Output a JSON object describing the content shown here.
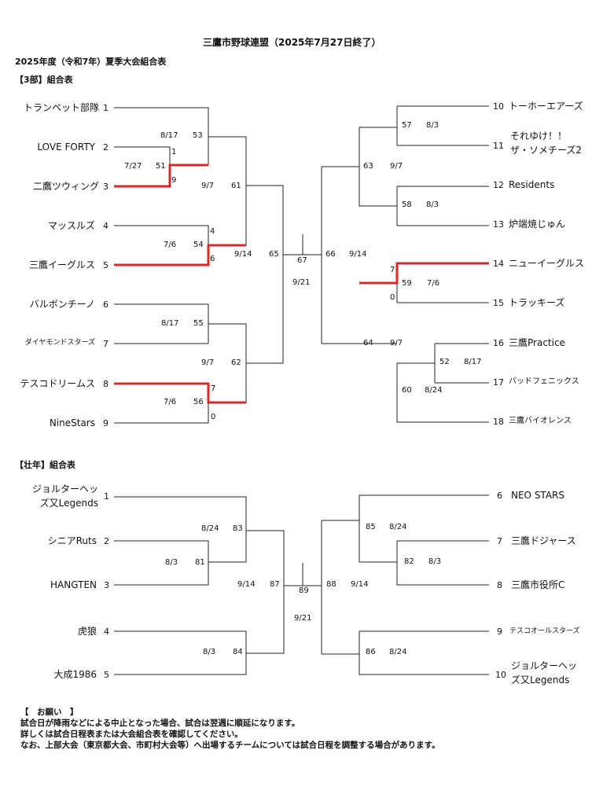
{
  "header": {
    "title": "三鷹市野球連盟（2025年7月27日終了）",
    "subtitle": "2025年度（令和7年）夏季大会組合表",
    "section1": "【3部】組合表",
    "section2": "【壮年】組合表"
  },
  "div3": {
    "left_teams": [
      {
        "name": "トランペット部隊",
        "seed": "1"
      },
      {
        "name": "LOVE  FORTY",
        "seed": "2"
      },
      {
        "name": "二鷹ツウィング",
        "seed": "3"
      },
      {
        "name": "マッスルズ",
        "seed": "4"
      },
      {
        "name": "三鷹イーグルス",
        "seed": "5"
      },
      {
        "name": "バルボンチーノ",
        "seed": "6"
      },
      {
        "name": "ダイヤモンドスターズ",
        "seed": "7"
      },
      {
        "name": "テスコドリームス",
        "seed": "8"
      },
      {
        "name": "NineStars",
        "seed": "9"
      }
    ],
    "right_teams": [
      {
        "name": "トーホーエアーズ",
        "seed": "10"
      },
      {
        "name": "それゆけ！！",
        "name2": "ザ・ソメチーズ2",
        "seed": "11"
      },
      {
        "name": "Residents",
        "seed": "12"
      },
      {
        "name": "炉端焼じゅん",
        "seed": "13"
      },
      {
        "name": "ニューイーグルス",
        "seed": "14"
      },
      {
        "name": "トラッキーズ",
        "seed": "15"
      },
      {
        "name": "三鷹Practice",
        "seed": "16"
      },
      {
        "name": "バッドフェニックス",
        "seed": "17"
      },
      {
        "name": "三鷹バイオレンス",
        "seed": "18"
      }
    ],
    "games": {
      "g51": "51",
      "g51_date": "7/27",
      "g53": "53",
      "g53_date": "8/17",
      "g54": "54",
      "g54_date": "7/6",
      "g55": "55",
      "g55_date": "8/17",
      "g56": "56",
      "g56_date": "7/6",
      "g61": "61",
      "g61_date": "9/7",
      "g62": "62",
      "g62_date": "9/7",
      "g65": "65",
      "g65_date": "9/14",
      "g67": "67",
      "g67_date": "9/21",
      "g66": "66",
      "g66_date": "9/14",
      "g63": "63",
      "g63_date": "9/7",
      "g64": "64",
      "g64_date": "9/7",
      "g57": "57",
      "g57_date": "8/3",
      "g58": "58",
      "g58_date": "8/3",
      "g59": "59",
      "g59_date": "7/6",
      "g60": "60",
      "g60_date": "8/24",
      "g52": "52",
      "g52_date": "8/17"
    },
    "scores": {
      "s51_top": "1",
      "s51_bot": "9",
      "s54_top": "4",
      "s54_bot": "6",
      "s56_top": "7",
      "s56_bot": "0",
      "s59_top": "7",
      "s59_bot": "0"
    }
  },
  "senior": {
    "left_teams": [
      {
        "name": "ジョルターヘッ",
        "name2": "ズ又Legends",
        "seed": "1"
      },
      {
        "name": "シニアRuts",
        "seed": "2"
      },
      {
        "name": "HANGTEN",
        "seed": "3"
      },
      {
        "name": "虎狼",
        "seed": "4"
      },
      {
        "name": "大成1986",
        "seed": "5"
      }
    ],
    "right_teams": [
      {
        "name": "NEO  STARS",
        "seed": "6"
      },
      {
        "name": "三鷹ドジャース",
        "seed": "7"
      },
      {
        "name": "三鷹市役所C",
        "seed": "8"
      },
      {
        "name": "テスコオールスターズ",
        "seed": "9"
      },
      {
        "name": "ジョルターヘッ",
        "name2": "ズ又Legends",
        "seed": "10"
      }
    ],
    "games": {
      "g83": "83",
      "g83_date": "8/24",
      "g81": "81",
      "g81_date": "8/3",
      "g84": "84",
      "g84_date": "8/3",
      "g87": "87",
      "g87_date": "9/14",
      "g89": "89",
      "g89_date": "9/21",
      "g88": "88",
      "g88_date": "9/14",
      "g85": "85",
      "g85_date": "8/24",
      "g82": "82",
      "g82_date": "8/3",
      "g86": "86",
      "g86_date": "8/24"
    }
  },
  "notice": {
    "heading": "【　お願い　】",
    "line1": "試合日が降雨などによる中止となった場合、試合は翌週に順延になります。",
    "line2": "詳しくは試合日程表または大会組合表を確認してください。",
    "line3": "なお、上部大会（東京都大会、市町村大会等）へ出場するチームについては試合日程を調整する場合があります。"
  },
  "colors": {
    "line": "#222222",
    "winner": "#d12b2b"
  }
}
